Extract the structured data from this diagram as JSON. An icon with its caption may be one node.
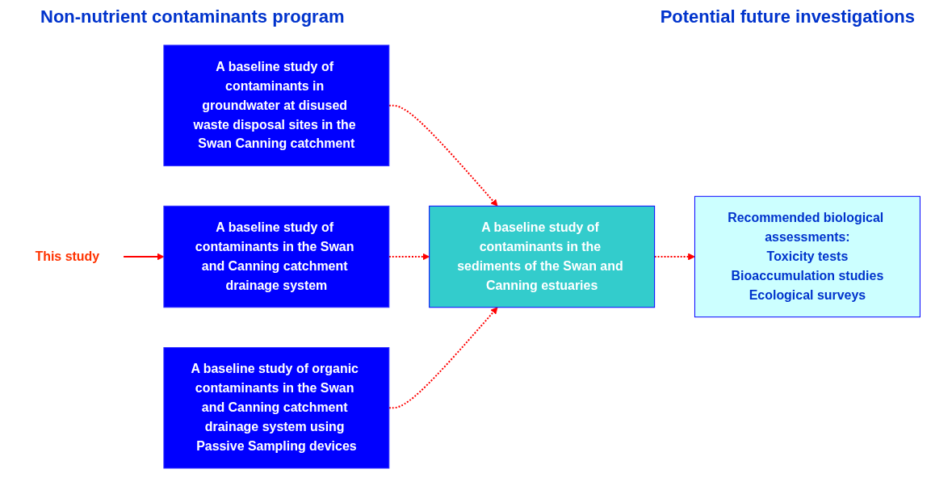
{
  "diagram": {
    "title": "Non-nutrient contaminants program",
    "nodes": [
      {
        "text": [
          "This study"
        ]
      },
      {
        "text": [
          "A baseline study of contaminants in groundwater at disused waste disposal sites in the Swan Canning catchment"
        ]
      },
      {
        "text": [
          "A baseline study of contaminants in the Swan and Canning catchment drainage system"
        ]
      },
      {
        "text": [
          "A baseline study of organic contaminants in the Swan and Canning catchment drainage system using Passive Sampling devices"
        ]
      },
      {
        "text": [
          "A baseline study of contaminants in the sediments of the Swan and Canning estuaries"
        ]
      },
      {
        "text": [
          "Recommended biological assessments:",
          "Toxicity tests",
          "Bioaccumulation studies",
          "Ecological surveys"
        ]
      }
    ],
    "edges": [
      {
        "from": 0,
        "to": 2,
        "arrow": "to"
      },
      {
        "from": 1,
        "to": 4,
        "arrow": "to",
        "style": "dashed"
      },
      {
        "from": 2,
        "to": 4,
        "arrow": "to",
        "style": "dashed"
      },
      {
        "from": 3,
        "to": 4,
        "arrow": "to",
        "style": "dashed"
      },
      {
        "from": 4,
        "to": 5,
        "arrow": "to",
        "style": "dashed"
      }
    ],
    "labels": [
      "Potential future investigations"
    ]
  }
}
